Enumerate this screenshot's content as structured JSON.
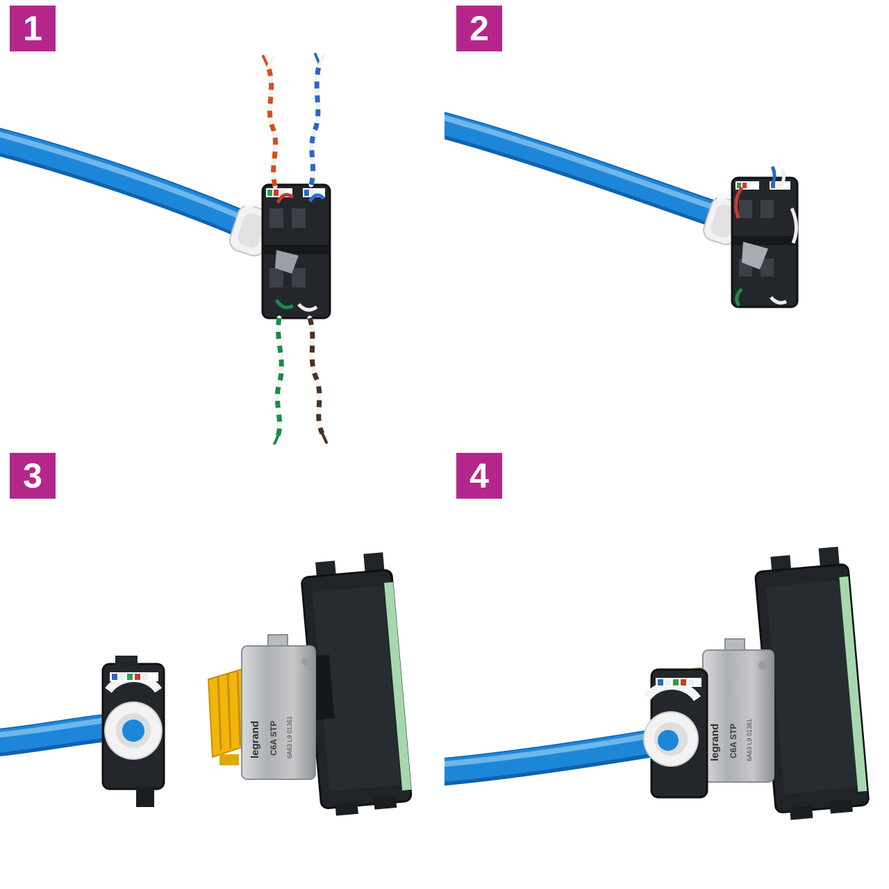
{
  "title": "RJ45 module installation steps diagram",
  "steps": [
    {
      "number": "1",
      "description": "wire pairs terminated in module, tails untrimmed"
    },
    {
      "number": "2",
      "description": "module with wires trimmed and folded"
    },
    {
      "number": "3",
      "description": "cable cap separated from shielded jack on mounting frame"
    },
    {
      "number": "4",
      "description": "cable cap assembled onto shielded jack in mounting frame"
    }
  ],
  "product": {
    "brand": "legrand",
    "category": "C6A STP",
    "code": "6A63 L9 01361"
  },
  "colors": {
    "badge_magenta": "#b5268b",
    "cable_blue": "#1e86d8",
    "cable_highlight": "#7cc0ee",
    "cable_shadow": "#0f62b0",
    "module_black": "#23272b",
    "plate_black": "#202428",
    "jack_silver": "#b9bcbe",
    "cap_yellow": "#f3b50a",
    "grommet_white": "#f3f3f3",
    "wire_orange": "#d84e1c",
    "wire_blue": "#2b66c8",
    "wire_green": "#1d8a48",
    "wire_brown": "#4a3020",
    "label_green_strip": "#a5d8ae"
  }
}
